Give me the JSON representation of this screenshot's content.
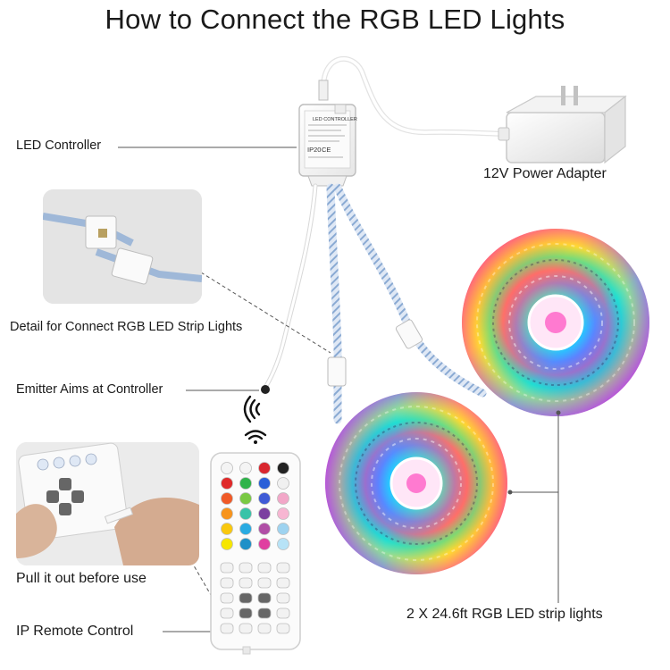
{
  "title": "How to Connect the RGB LED Lights",
  "labels": {
    "led_controller": "LED Controller",
    "power_adapter": "12V Power Adapter",
    "detail_connect": "Detail for Connect RGB LED Strip Lights",
    "emitter": "Emitter Aims at Controller",
    "pull_out": "Pull it out before use",
    "ip_remote": "IP Remote Control",
    "strip_lights": "2 X 24.6ft RGB LED strip lights"
  },
  "controller_text": {
    "heading": "LED CONTROLLER",
    "ip_rating": "IP20",
    "ce_mark": "CE"
  },
  "remote": {
    "color_rows": [
      [
        "#f4f4f4",
        "#f4f4f4",
        "#d9262e",
        "#222222"
      ],
      [
        "#e02a2a",
        "#2fb34a",
        "#2a5fd8",
        "#f0f0f0"
      ],
      [
        "#f05a28",
        "#7ac943",
        "#3f5bd6",
        "#f2a7c8"
      ],
      [
        "#f7941d",
        "#38c3a8",
        "#7b3fa0",
        "#f7b6d2"
      ],
      [
        "#f9c80e",
        "#29abe2",
        "#b04ea6",
        "#9ed3f0"
      ],
      [
        "#f6e600",
        "#1e90c8",
        "#e03fa0",
        "#b7e3f7"
      ]
    ]
  },
  "colors": {
    "wire": "#f2f2f2",
    "wire_edge": "#c9c9c9",
    "ribbon": "#9fb8d8",
    "connector": "#fafafa",
    "leader": "#555555"
  }
}
